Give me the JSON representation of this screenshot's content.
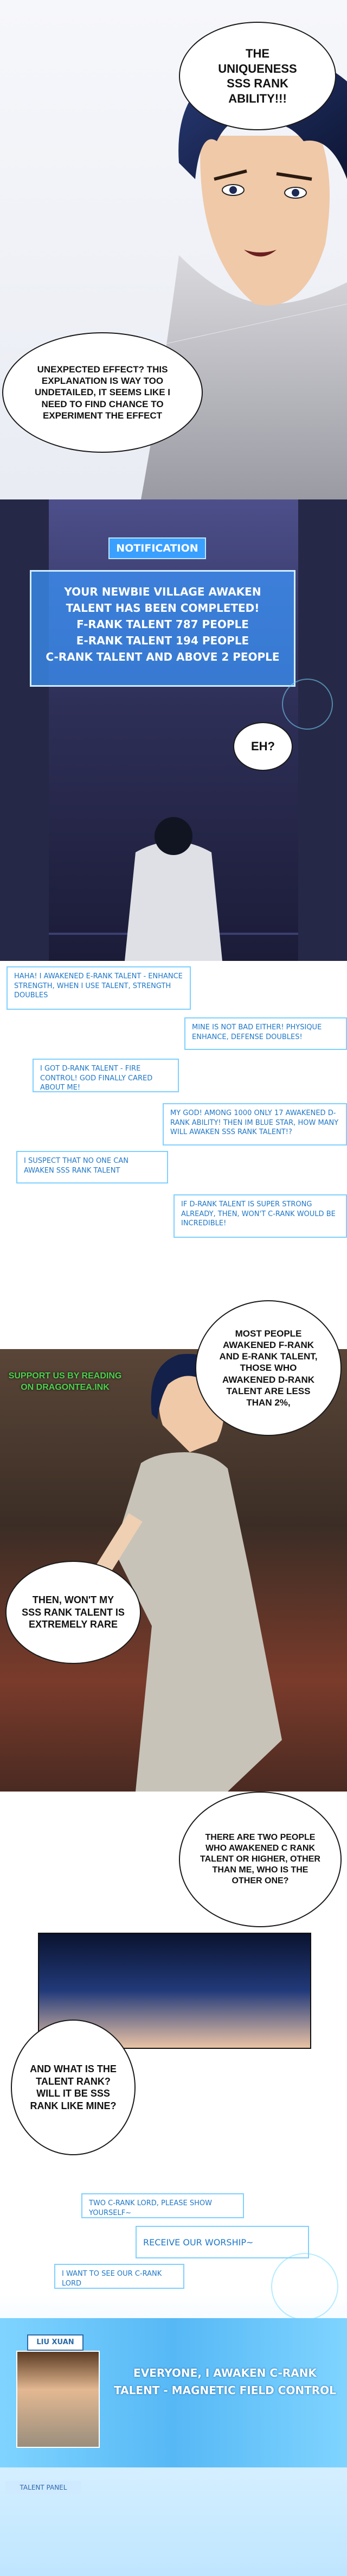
{
  "panel1": {
    "bubble_uniqueness": "THE UNIQUENESS SSS RANK ABILITY!!!",
    "bubble_unexpected": "UNEXPECTED EFFECT? THIS EXPLANATION IS WAY TOO UNDETAILED, IT SEEMS LIKE I NEED TO FIND CHANCE TO EXPERIMENT THE EFFECT"
  },
  "notification": {
    "title": "NOTIFICATION",
    "lines": [
      "YOUR NEWBIE VILLAGE AWAKEN TALENT HAS BEEN COMPLETED!",
      "F-RANK TALENT 787 PEOPLE",
      "E-RANK TALENT 194 PEOPLE",
      "C-RANK TALENT AND ABOVE 2 PEOPLE"
    ],
    "bubble_eh": "EH?"
  },
  "chat_messages": [
    "HAHA! I AWAKENED E-RANK TALENT - ENHANCE STRENGTH, WHEN I USE TALENT, STRENGTH DOUBLES",
    "MINE IS NOT BAD EITHER! PHYSIQUE ENHANCE, DEFENSE DOUBLES!",
    "I GOT D-RANK TALENT - FIRE CONTROL! GOD FINALLY CARED ABOUT ME!",
    "MY GOD! AMONG 1000 ONLY 17 AWAKENED D-RANK ABILITY! THEN IM BLUE STAR, HOW MANY WILL AWAKEN SSS RANK TALENT!?",
    "I SUSPECT THAT NO ONE CAN AWAKEN SSS RANK TALENT",
    "IF D-RANK TALENT IS SUPER STRONG ALREADY, THEN, WON'T C-RANK WOULD BE INCREDIBLE!"
  ],
  "panel3": {
    "watermark": "SUPPORT US BY READING ON DRAGONTEA.INK",
    "bubble_most_people": "MOST PEOPLE AWAKENED F-RANK AND E-RANK TALENT, THOSE WHO AWAKENED D-RANK TALENT ARE LESS THAN 2%,",
    "bubble_rare": "THEN, WON'T MY SSS RANK TALENT IS EXTREMELY RARE"
  },
  "panel4": {
    "bubble_two_people": "THERE ARE TWO PEOPLE WHO AWAKENED C RANK TALENT OR HIGHER, OTHER THAN ME, WHO IS THE OTHER ONE?",
    "bubble_what_rank": "AND WHAT IS THE TALENT RANK? WILL IT BE SSS RANK LIKE MINE?"
  },
  "panel5": {
    "chat_lines": [
      "TWO C-RANK LORD, PLEASE SHOW YOURSELF~",
      "RECEIVE OUR WORSHIP~",
      "I WANT TO SEE OUR C-RANK LORD"
    ],
    "name_tag": "LIU XUAN",
    "announcement": "EVERYONE, I AWAKEN C-RANK TALENT - MAGNETIC FIELD CONTROL",
    "footer_tag": "TALENT PANEL"
  },
  "colors": {
    "chat_blue": "#1f78c8",
    "system_blue": "#3aa0ff",
    "hud_cyan": "#7fe0ff"
  }
}
